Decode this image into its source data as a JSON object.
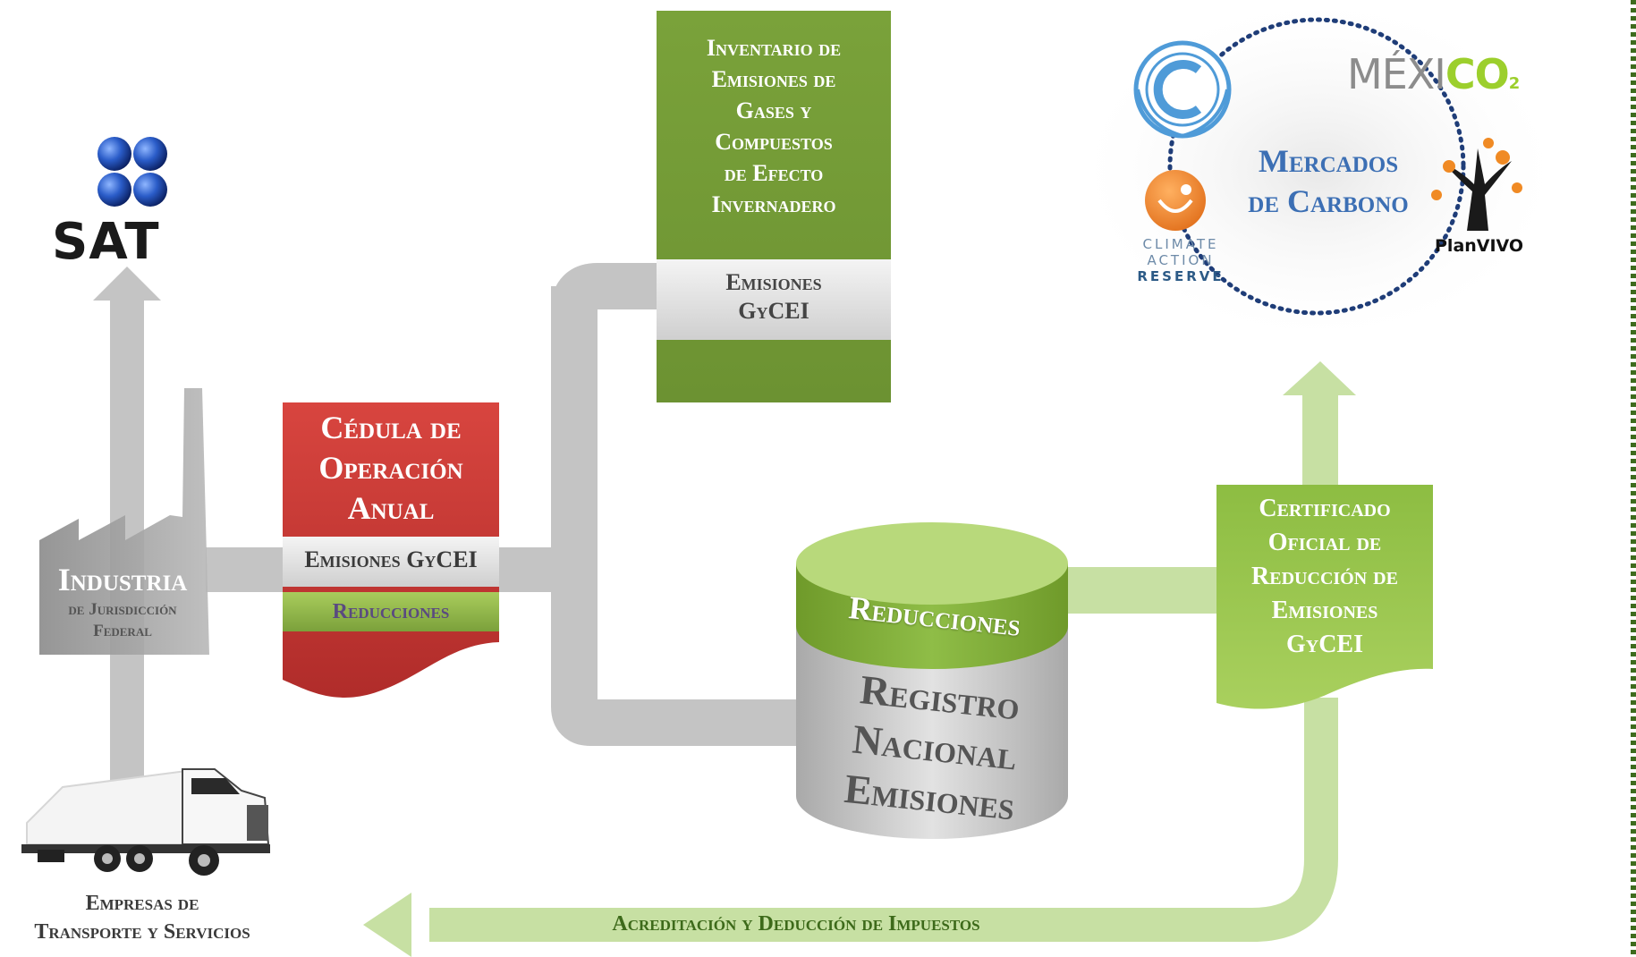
{
  "colors": {
    "arrow_gray": "#c4c4c4",
    "red_box": "#c63a37",
    "green_box": "#7ba13b",
    "light_green": "#b5d68c",
    "mercados_blue": "#3c6fb4"
  },
  "logos": {
    "sat": "SAT",
    "mexico_pre": "MÉXI",
    "mexico_co": "CO",
    "mexico_sub": "2",
    "car_line1": "CLIMATE",
    "car_line2": "ACTION",
    "car_line3": "RESERVE",
    "planvivo": "PlanVIVO"
  },
  "industria": {
    "title": "Industria",
    "subtitle_line1": "de Jurisdicción",
    "subtitle_line2": "Federal"
  },
  "empresas": {
    "line1": "Empresas de",
    "line2": "Transporte y Servicios"
  },
  "cedula": {
    "title_line1": "Cédula de",
    "title_line2": "Operación",
    "title_line3": "Anual",
    "emisiones": "Emisiones GyCEI",
    "reducciones": "Reducciones"
  },
  "inventario": {
    "line1": "Inventario de",
    "line2": "Emisiones de",
    "line3": "Gases y",
    "line4": "Compuestos",
    "line5": "de Efecto",
    "line6": "Invernadero",
    "emis_line1": "Emisiones",
    "emis_line2": "GyCEI"
  },
  "registro": {
    "top": "Reducciones",
    "line1": "Registro",
    "line2": "Nacional",
    "line3": "Emisiones"
  },
  "certificado": {
    "line1": "Certificado",
    "line2": "Oficial de",
    "line3": "Reducción de",
    "line4": "Emisiones",
    "line5": "GyCEI"
  },
  "mercados": {
    "line1": "Mercados",
    "line2": "de Carbono"
  },
  "acreditacion": "Acreditación y Deducción de Impuestos"
}
